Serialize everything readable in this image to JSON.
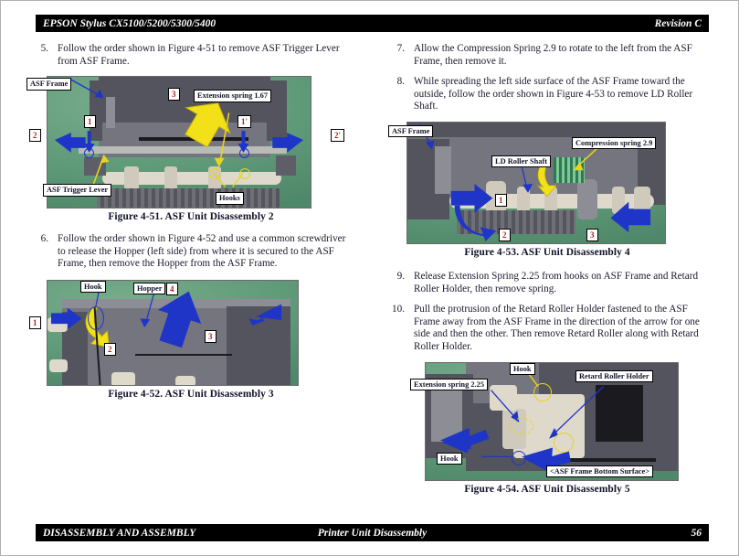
{
  "header": {
    "title": "EPSON Stylus CX5100/5200/5300/5400",
    "revision": "Revision C"
  },
  "footer": {
    "left": "DISASSEMBLY AND ASSEMBLY",
    "center": "Printer Unit Disassembly",
    "page": "56"
  },
  "left_column": {
    "steps": [
      {
        "num": "5.",
        "text": "Follow the order shown in Figure 4-51 to remove ASF Trigger Lever from ASF Frame."
      },
      {
        "num": "6.",
        "text": "Follow the order shown in Figure 4-52 and use a common screwdriver to release the Hopper (left side) from where it is secured to the ASF Frame, then remove the Hopper from the ASF Frame."
      }
    ],
    "figures": [
      {
        "id": "figure-4-51",
        "caption": "Figure 4-51.  ASF Unit Disassembly 2",
        "labels": [
          "ASF Frame",
          "Extension spring 1.67",
          "ASF Trigger Lever",
          "Hooks"
        ],
        "callouts": [
          "1",
          "2",
          "3",
          "1'",
          "2'"
        ]
      },
      {
        "id": "figure-4-52",
        "caption": "Figure 4-52.  ASF Unit Disassembly 3",
        "labels": [
          "Hook",
          "Hopper"
        ],
        "callouts": [
          "1",
          "2",
          "3",
          "4"
        ]
      }
    ]
  },
  "right_column": {
    "steps": [
      {
        "num": "7.",
        "text": "Allow the Compression Spring 2.9 to rotate to the left from the ASF Frame, then remove it."
      },
      {
        "num": "8.",
        "text": "While spreading the left side surface of the ASF Frame toward the outside, follow the order shown in Figure 4-53 to remove LD Roller Shaft."
      },
      {
        "num": "9.",
        "text": "Release Extension Spring 2.25 from hooks on ASF Frame and Retard Roller Holder, then remove spring."
      },
      {
        "num": "10.",
        "text": "Pull the protrusion of the Retard Roller Holder fastened to the ASF Frame away from the ASF Frame in the direction of the arrow for one side and then the other. Then remove Retard Roller along with Retard Roller Holder."
      }
    ],
    "figures": [
      {
        "id": "figure-4-53",
        "caption": "Figure 4-53.  ASF Unit Disassembly 4",
        "labels": [
          "ASF Frame",
          "LD Roller Shaft",
          "Compression spring 2.9"
        ],
        "callouts": [
          "1",
          "2",
          "3"
        ]
      },
      {
        "id": "figure-4-54",
        "caption": "Figure 4-54.  ASF Unit Disassembly 5",
        "labels": [
          "Hook",
          "Extension spring 2.25",
          "Retard Roller Holder",
          "Hook",
          "<ASF Frame Bottom Surface>"
        ],
        "callouts": []
      }
    ]
  },
  "colors": {
    "arrow_blue": "#1f35c8",
    "arrow_yellow": "#f2e118",
    "photo_green": "#63a07f",
    "callout_number": "#b32020",
    "bar_background": "#000000"
  }
}
